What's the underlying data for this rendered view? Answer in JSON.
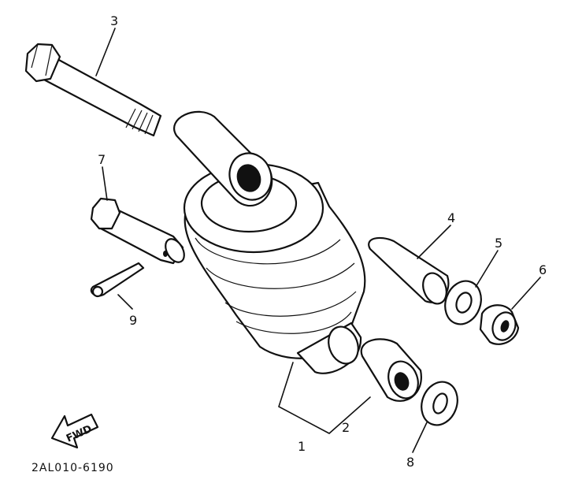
{
  "diagram": {
    "callouts": [
      "1",
      "2",
      "3",
      "4",
      "5",
      "6",
      "7",
      "8",
      "9"
    ],
    "fwd_label": "FWD",
    "drawing_code": "2AL010-6190"
  }
}
